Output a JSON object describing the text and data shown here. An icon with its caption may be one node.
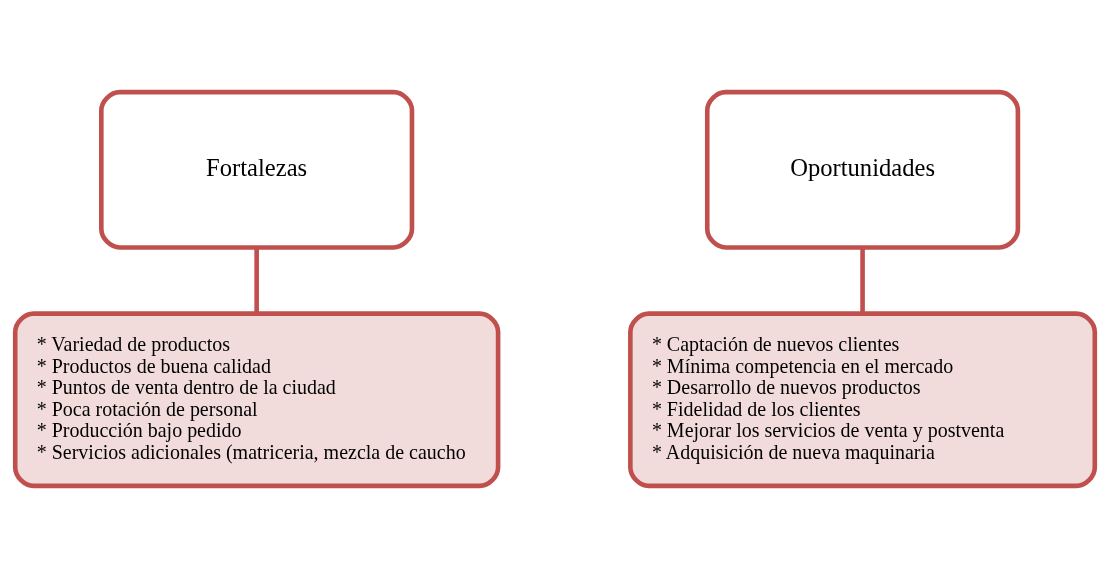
{
  "diagram": {
    "nodes": [
      {
        "text": [
          "Fortalezas"
        ]
      },
      {
        "text": [
          "* Variedad de productos",
          "* Productos de buena calidad",
          "* Puntos de venta dentro de la ciudad",
          "* Poca rotación de personal",
          "* Producción bajo pedido",
          "* Servicios adicionales (matriceria, mezcla de caucho"
        ]
      },
      {
        "text": [
          "Oportunidades"
        ]
      },
      {
        "text": [
          "* Captación de nuevos clientes",
          "* Mínima competencia en el mercado",
          "* Desarrollo de nuevos productos",
          "* Fidelidad de los clientes",
          "* Mejorar los servicios de venta y postventa",
          "* Adquisición de nueva maquinaria"
        ]
      }
    ],
    "edges": [
      {
        "from": 0,
        "to": 1,
        "arrow": "none"
      },
      {
        "from": 2,
        "to": 3,
        "arrow": "none"
      }
    ]
  }
}
